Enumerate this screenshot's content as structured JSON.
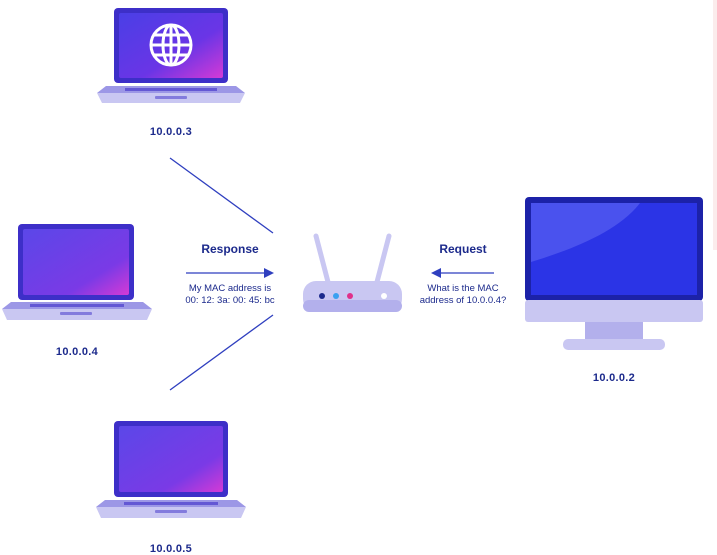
{
  "nodes": {
    "top": {
      "ip": "10.0.0.3",
      "screen_icon": "globe-icon"
    },
    "left": {
      "ip": "10.0.0.4"
    },
    "bottom": {
      "ip": "10.0.0.5"
    },
    "right": {
      "ip": "10.0.0.2"
    }
  },
  "response": {
    "title": "Response",
    "line1": "My MAC address is",
    "line2": "00: 12: 3a: 00: 45: bc"
  },
  "request": {
    "title": "Request",
    "line1": "What is the MAC",
    "line2": "address of 10.0.0.4?"
  },
  "router": {
    "led_colors": [
      "#1c2a8c",
      "#3aa0f0",
      "#e0308a",
      "#ffffff"
    ]
  },
  "colors": {
    "line": "#2f3fbf",
    "label": "#1c2a8c",
    "screen_dark": "#4a35e0",
    "screen_accent": "#d43ad6",
    "device_body": "#c9c7f2"
  }
}
